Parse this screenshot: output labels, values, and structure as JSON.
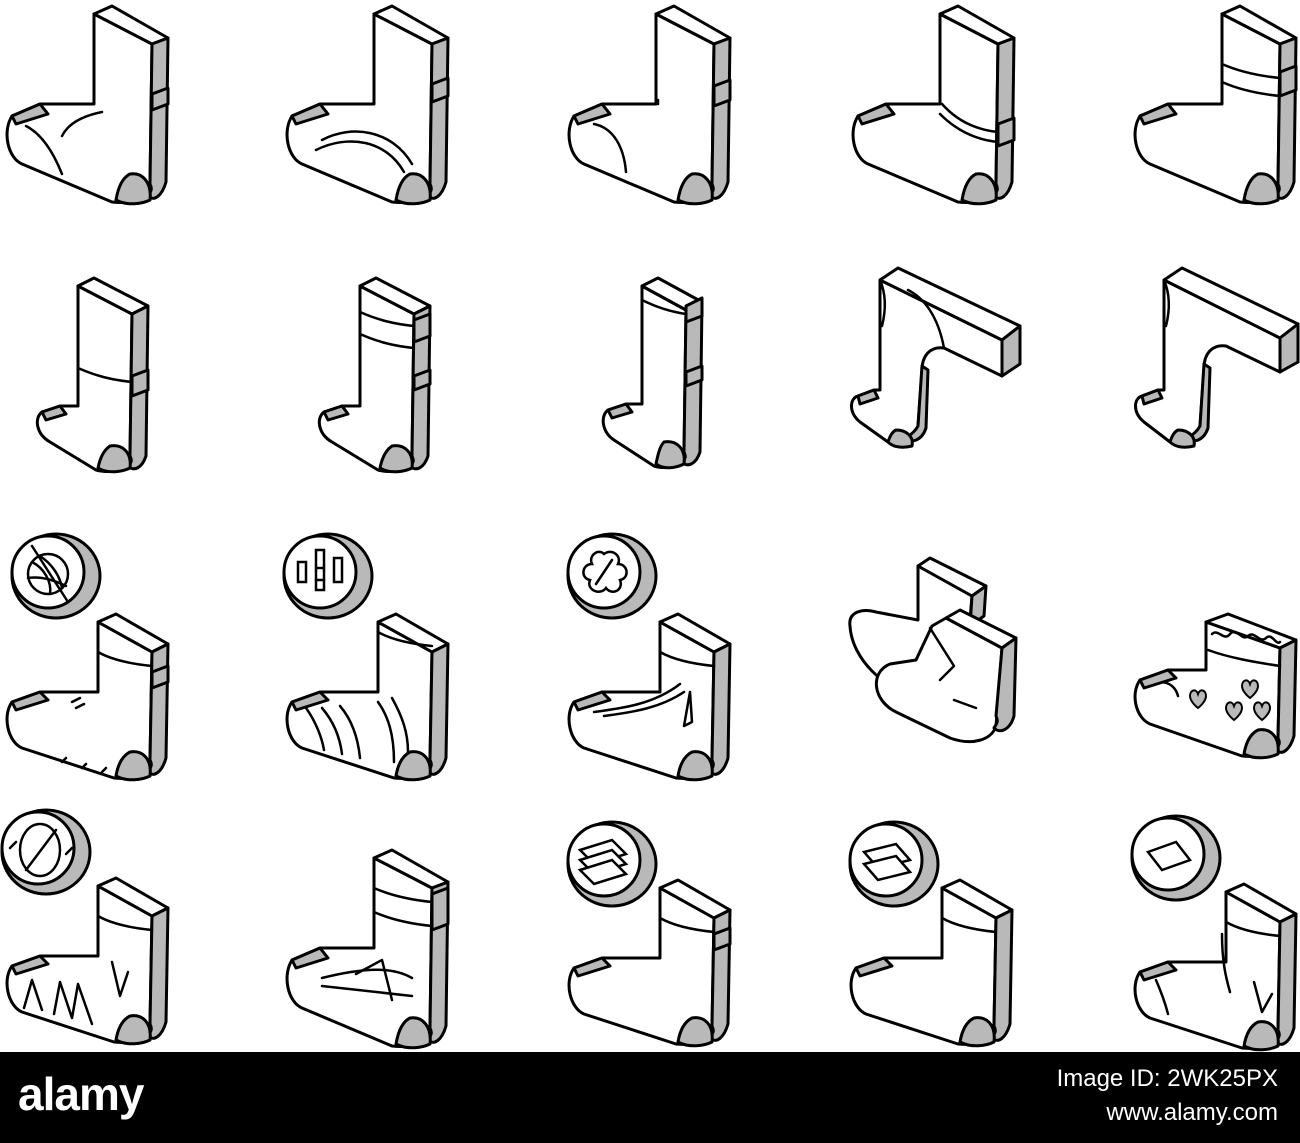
{
  "image": {
    "icon_rows": 4,
    "icon_cols": 5,
    "icons": [
      {
        "name": "crew-sock-icon"
      },
      {
        "name": "sport-sock-icon"
      },
      {
        "name": "ankle-band-sock-icon"
      },
      {
        "name": "striped-cuff-sock-icon"
      },
      {
        "name": "top-band-sock-icon"
      },
      {
        "name": "knee-sock-icon"
      },
      {
        "name": "football-sock-icon"
      },
      {
        "name": "compression-sock-icon"
      },
      {
        "name": "thigh-high-sock-icon"
      },
      {
        "name": "over-knee-sock-icon"
      },
      {
        "name": "wool-sock-icon"
      },
      {
        "name": "bamboo-sock-icon"
      },
      {
        "name": "cotton-sock-icon"
      },
      {
        "name": "pair-of-socks-icon"
      },
      {
        "name": "heart-pattern-sock-icon"
      },
      {
        "name": "anti-slip-sock-icon"
      },
      {
        "name": "running-sock-icon"
      },
      {
        "name": "multi-layer-sock-icon"
      },
      {
        "name": "double-layer-sock-icon"
      },
      {
        "name": "single-layer-sock-icon"
      }
    ],
    "colors": {
      "line": "#000000",
      "fill": "#ffffff",
      "shade": "#b9b9b9",
      "footer": "#000000"
    }
  },
  "footer": {
    "brand": "alamy",
    "image_id_label": "Image ID: 2WK25PX",
    "site": "www.alamy.com"
  }
}
